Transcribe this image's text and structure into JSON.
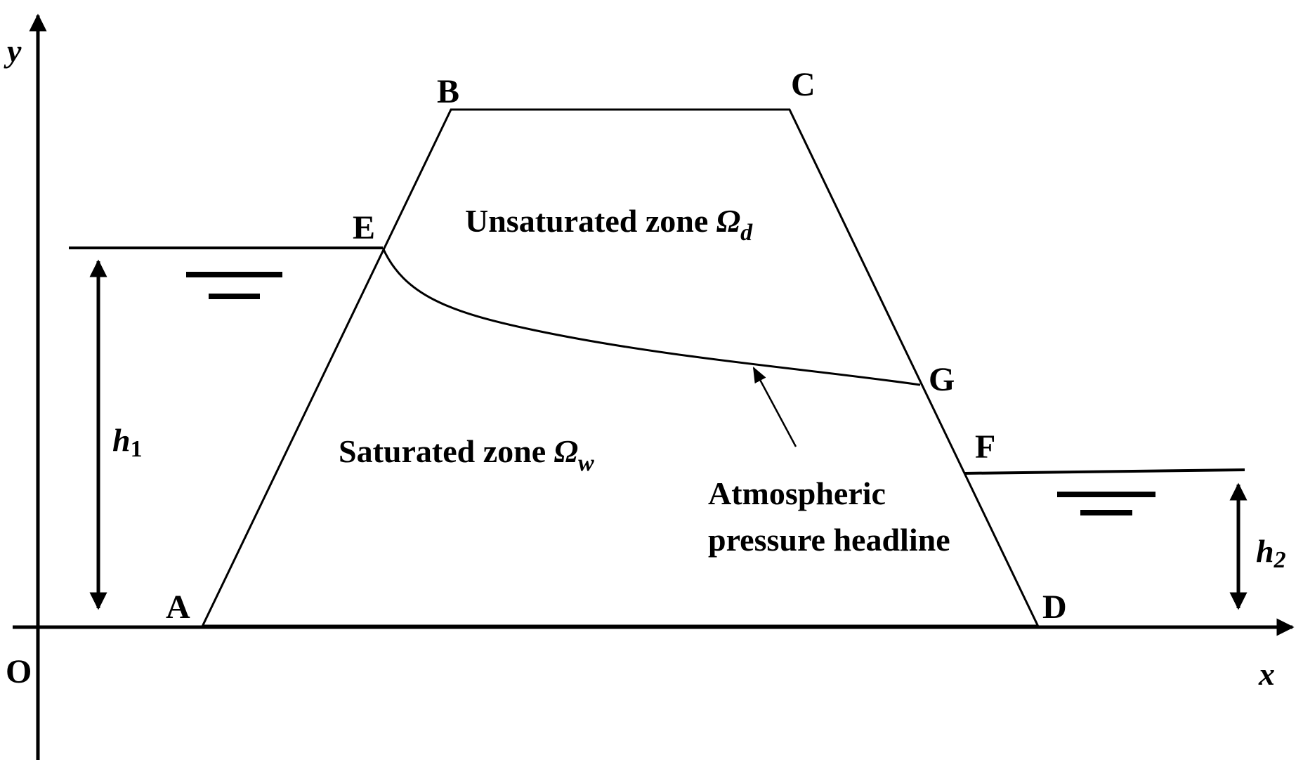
{
  "axes": {
    "x_label": "x",
    "y_label": "y",
    "origin_label": "O"
  },
  "points": {
    "A": "A",
    "B": "B",
    "C": "C",
    "D": "D",
    "E": "E",
    "F": "F",
    "G": "G"
  },
  "zones": {
    "unsaturated_text": "Unsaturated zone ",
    "unsaturated_symbol": "Ω",
    "unsaturated_sub": "d",
    "saturated_text": "Saturated zone ",
    "saturated_symbol": "Ω",
    "saturated_sub": "w"
  },
  "heights": {
    "h1_main": "h",
    "h1_sub": "1",
    "h2_main": "h",
    "h2_sub": "2"
  },
  "annotation": {
    "line1": "Atmospheric",
    "line2": "pressure headline"
  },
  "colors": {
    "stroke": "#000000",
    "background": "#ffffff"
  }
}
